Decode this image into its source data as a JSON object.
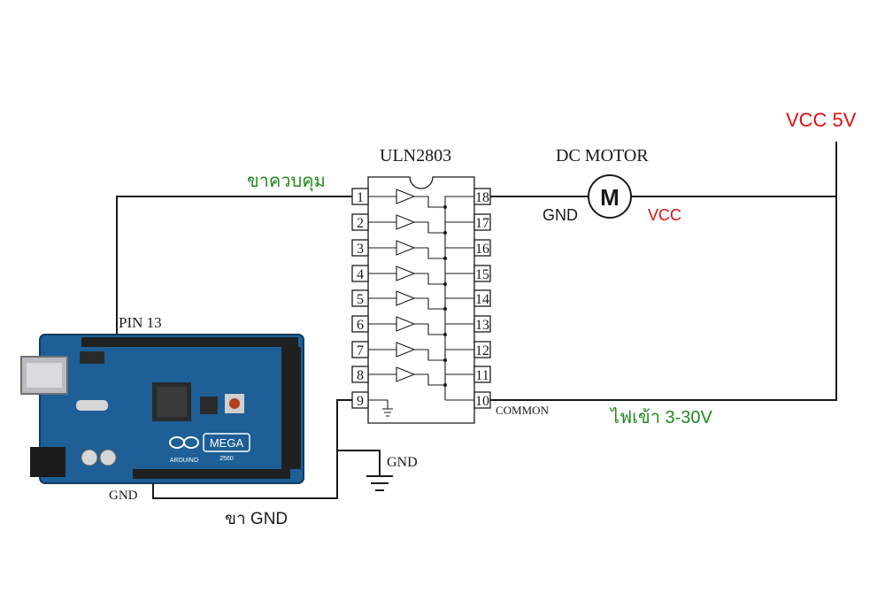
{
  "colors": {
    "wire": "#1a1a1a",
    "power_label": "#e01010",
    "thai_label": "#1f8a1f",
    "arduino_board": "#1d5f96"
  },
  "chip": {
    "name": "ULN2803",
    "left_pins": [
      "1",
      "2",
      "3",
      "4",
      "5",
      "6",
      "7",
      "8",
      "9"
    ],
    "right_pins": [
      "18",
      "17",
      "16",
      "15",
      "14",
      "13",
      "12",
      "11",
      "10"
    ],
    "common_label": "COMMON"
  },
  "motor": {
    "title": "DC MOTOR",
    "symbol": "M",
    "gnd_label": "GND",
    "vcc_label": "VCC"
  },
  "labels": {
    "vcc_5v": "VCC 5V",
    "control_pin": "ขาควบคุม",
    "pin13": "PIN 13",
    "board_gnd": "GND",
    "gnd_pin_thai": "ขา GND",
    "ground_symbol_label": "GND",
    "power_in": "ไฟเข้า 3-30V"
  },
  "board": {
    "logo_text": "MEGA",
    "brand_text": "ARDUINO",
    "model_text": "2560"
  },
  "icons": {
    "ground": "ground-symbol-icon",
    "motor": "motor-icon",
    "board": "arduino-mega-icon"
  }
}
